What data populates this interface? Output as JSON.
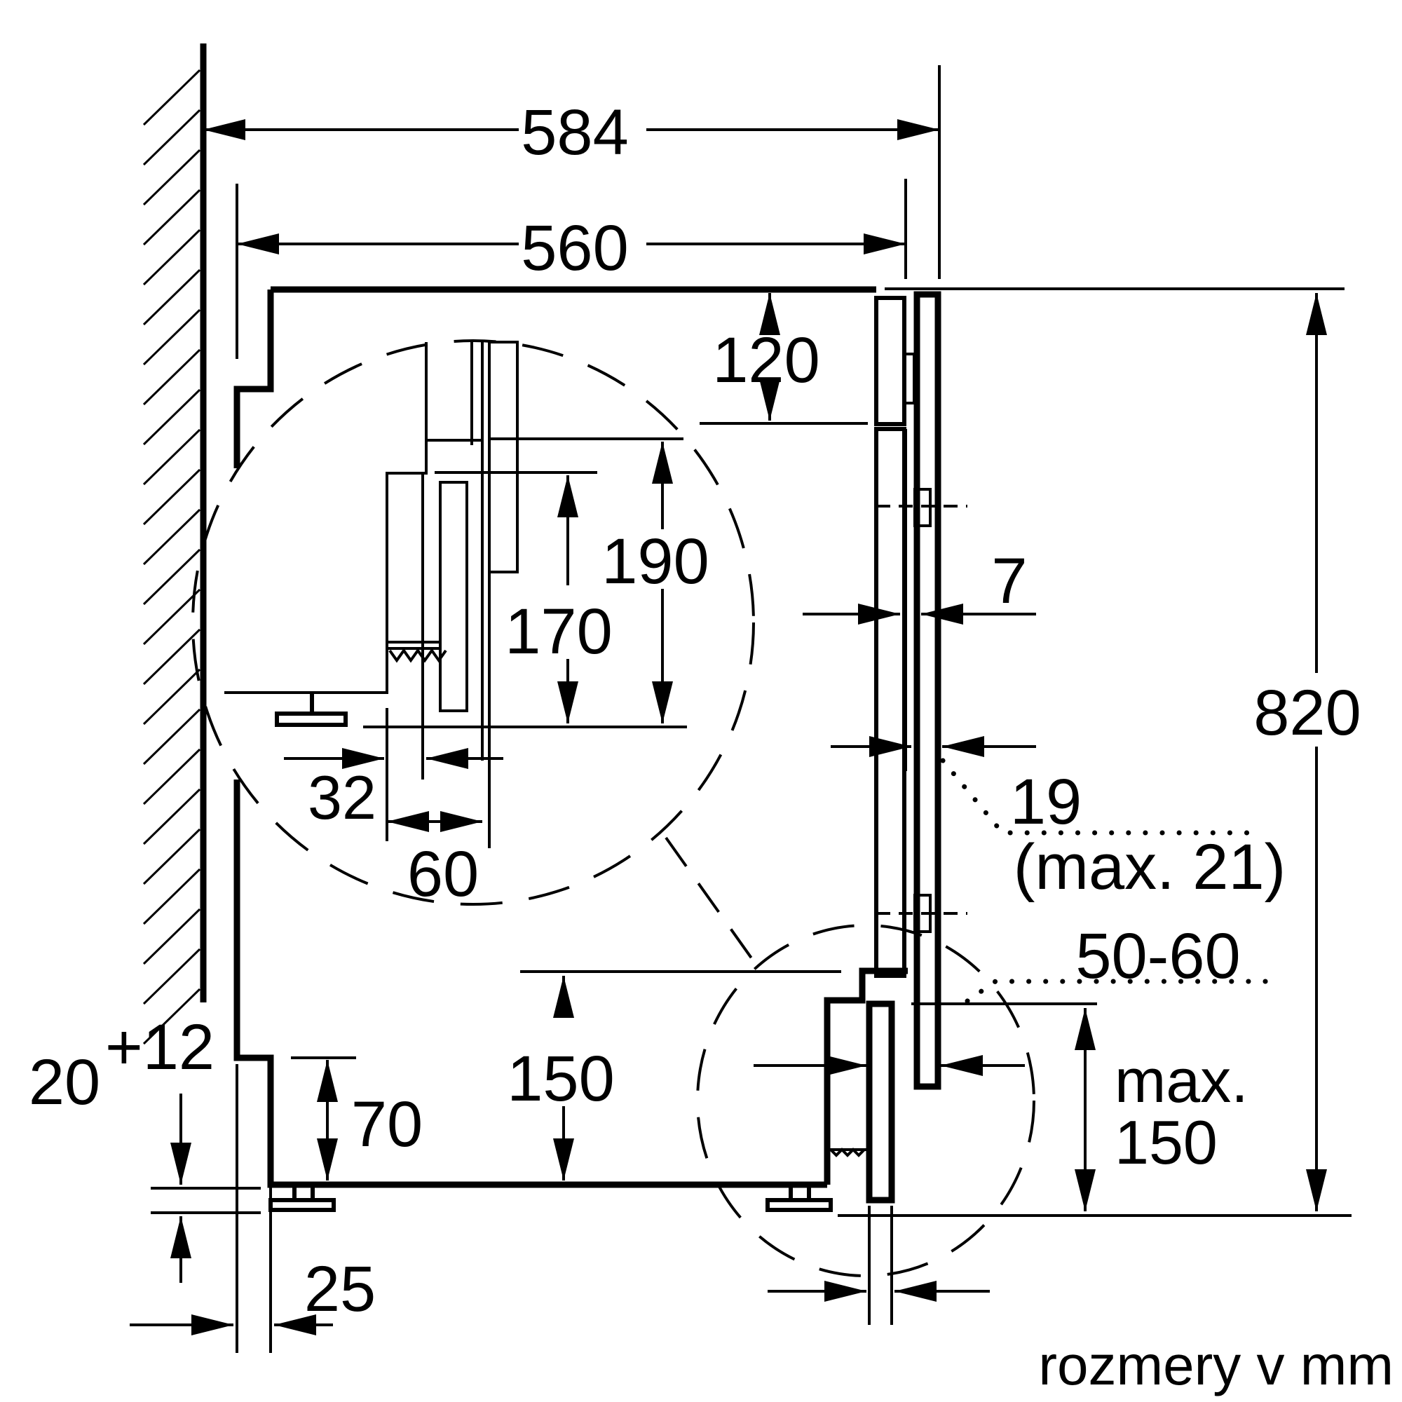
{
  "diagram": {
    "dimensions": {
      "d584": "584",
      "d560": "560",
      "d120": "120",
      "d190": "190",
      "d170": "170",
      "d7": "7",
      "d820": "820",
      "d32": "32",
      "d19": "19",
      "d19_max": "(max. 21)",
      "d60": "60",
      "d50_60": "50-60",
      "d150": "150",
      "dmax_line1": "max.",
      "dmax_line2": "150",
      "d70": "70",
      "d20": "20",
      "d20_tol": "+12",
      "d25": "25"
    },
    "caption": "rozmery v mm"
  }
}
